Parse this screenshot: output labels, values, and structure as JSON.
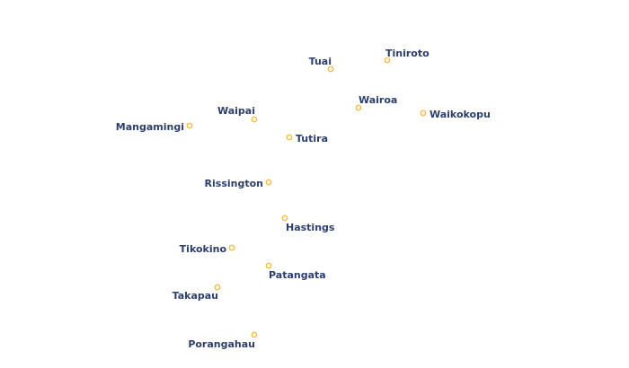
{
  "map": {
    "marker_color": "#f0b840",
    "label_color": "#2c3e6b",
    "places": [
      {
        "name": "Tiniroto"
      },
      {
        "name": "Tuai"
      },
      {
        "name": "Wairoa"
      },
      {
        "name": "Waikokopu"
      },
      {
        "name": "Waipai"
      },
      {
        "name": "Mangamingi"
      },
      {
        "name": "Tutira"
      },
      {
        "name": "Rissington"
      },
      {
        "name": "Hastings"
      },
      {
        "name": "Tikokino"
      },
      {
        "name": "Patangata"
      },
      {
        "name": "Takapau"
      },
      {
        "name": "Porangahau"
      }
    ]
  }
}
